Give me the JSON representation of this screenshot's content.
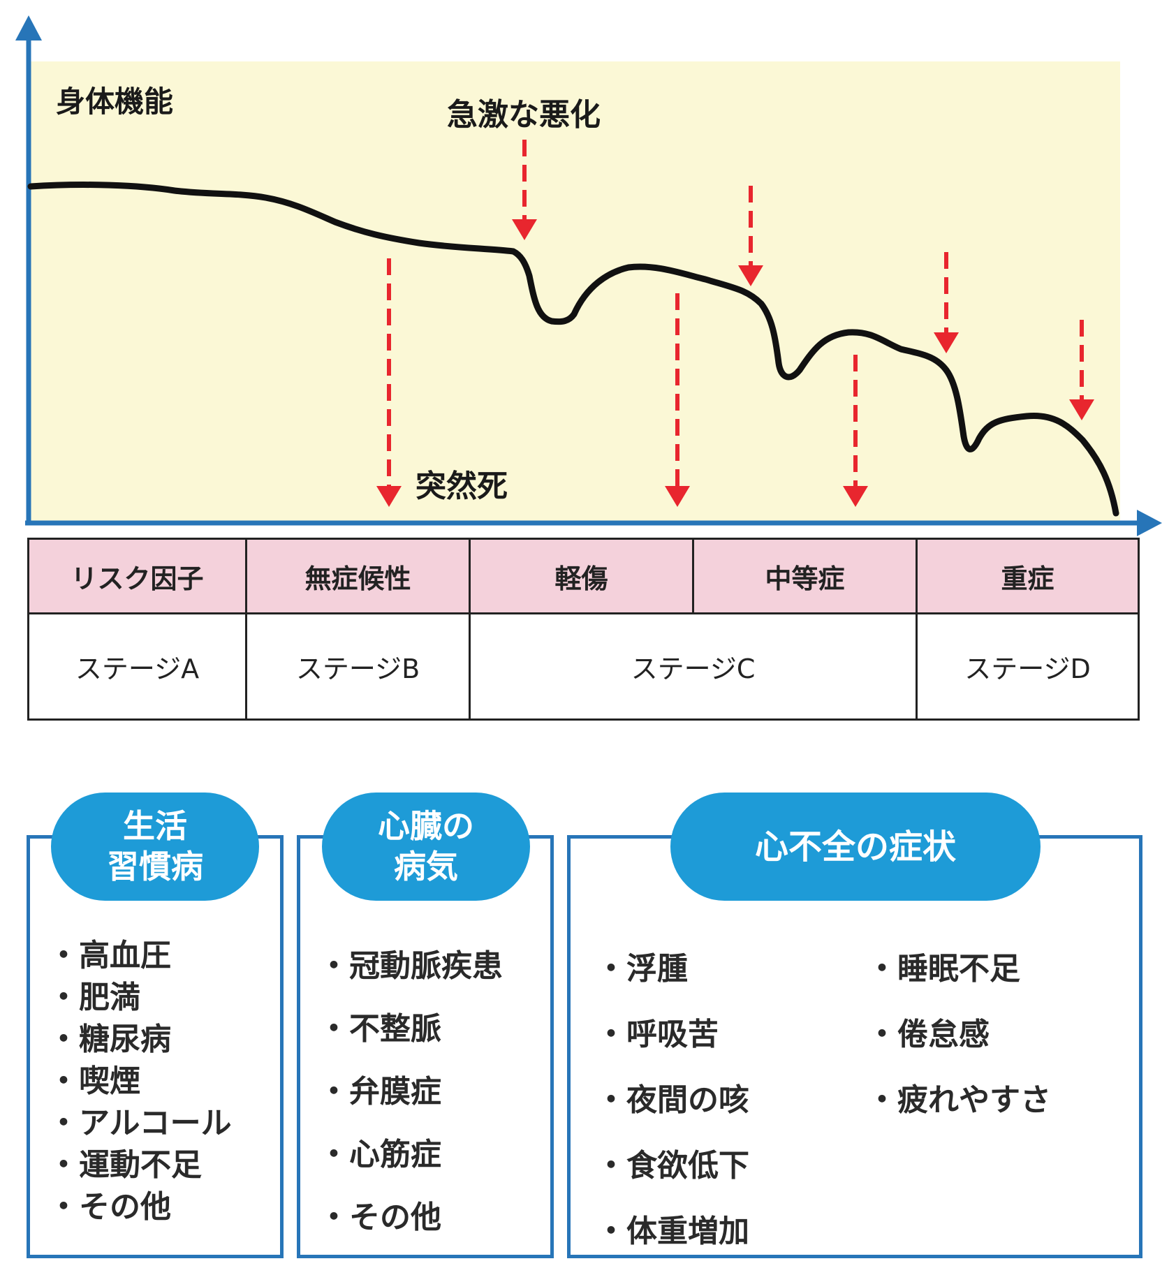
{
  "diagram": {
    "y_axis_label": "身体機能",
    "annotation_worsening": "急激な悪化",
    "annotation_sudden_death": "突然死",
    "colors": {
      "axis": "#2775b8",
      "plot_background": "#fbf8d6",
      "curve": "#111111",
      "arrow": "#e8262e",
      "stage_header_bg": "#f4d1db",
      "pill": "#1e9bd7",
      "box_border": "#2775b8"
    }
  },
  "stages": {
    "phases": [
      "リスク因子",
      "無症候性",
      "軽傷",
      "中等症",
      "重症"
    ],
    "stage_labels": [
      "ステージA",
      "ステージB",
      "ステージC",
      "ステージD"
    ]
  },
  "boxes": {
    "lifestyle": {
      "title_line1": "生活",
      "title_line2": "習慣病",
      "items": [
        "高血圧",
        "肥満",
        "糖尿病",
        "喫煙",
        "アルコール",
        "運動不足",
        "その他"
      ]
    },
    "heart_disease": {
      "title_line1": "心臓の",
      "title_line2": "病気",
      "items": [
        "冠動脈疾患",
        "不整脈",
        "弁膜症",
        "心筋症",
        "その他"
      ]
    },
    "symptoms": {
      "title": "心不全の症状",
      "items_left": [
        "浮腫",
        "呼吸苦",
        "夜間の咳",
        "食欲低下",
        "体重増加"
      ],
      "items_right": [
        "睡眠不足",
        "倦怠感",
        "疲れやすさ"
      ]
    }
  }
}
